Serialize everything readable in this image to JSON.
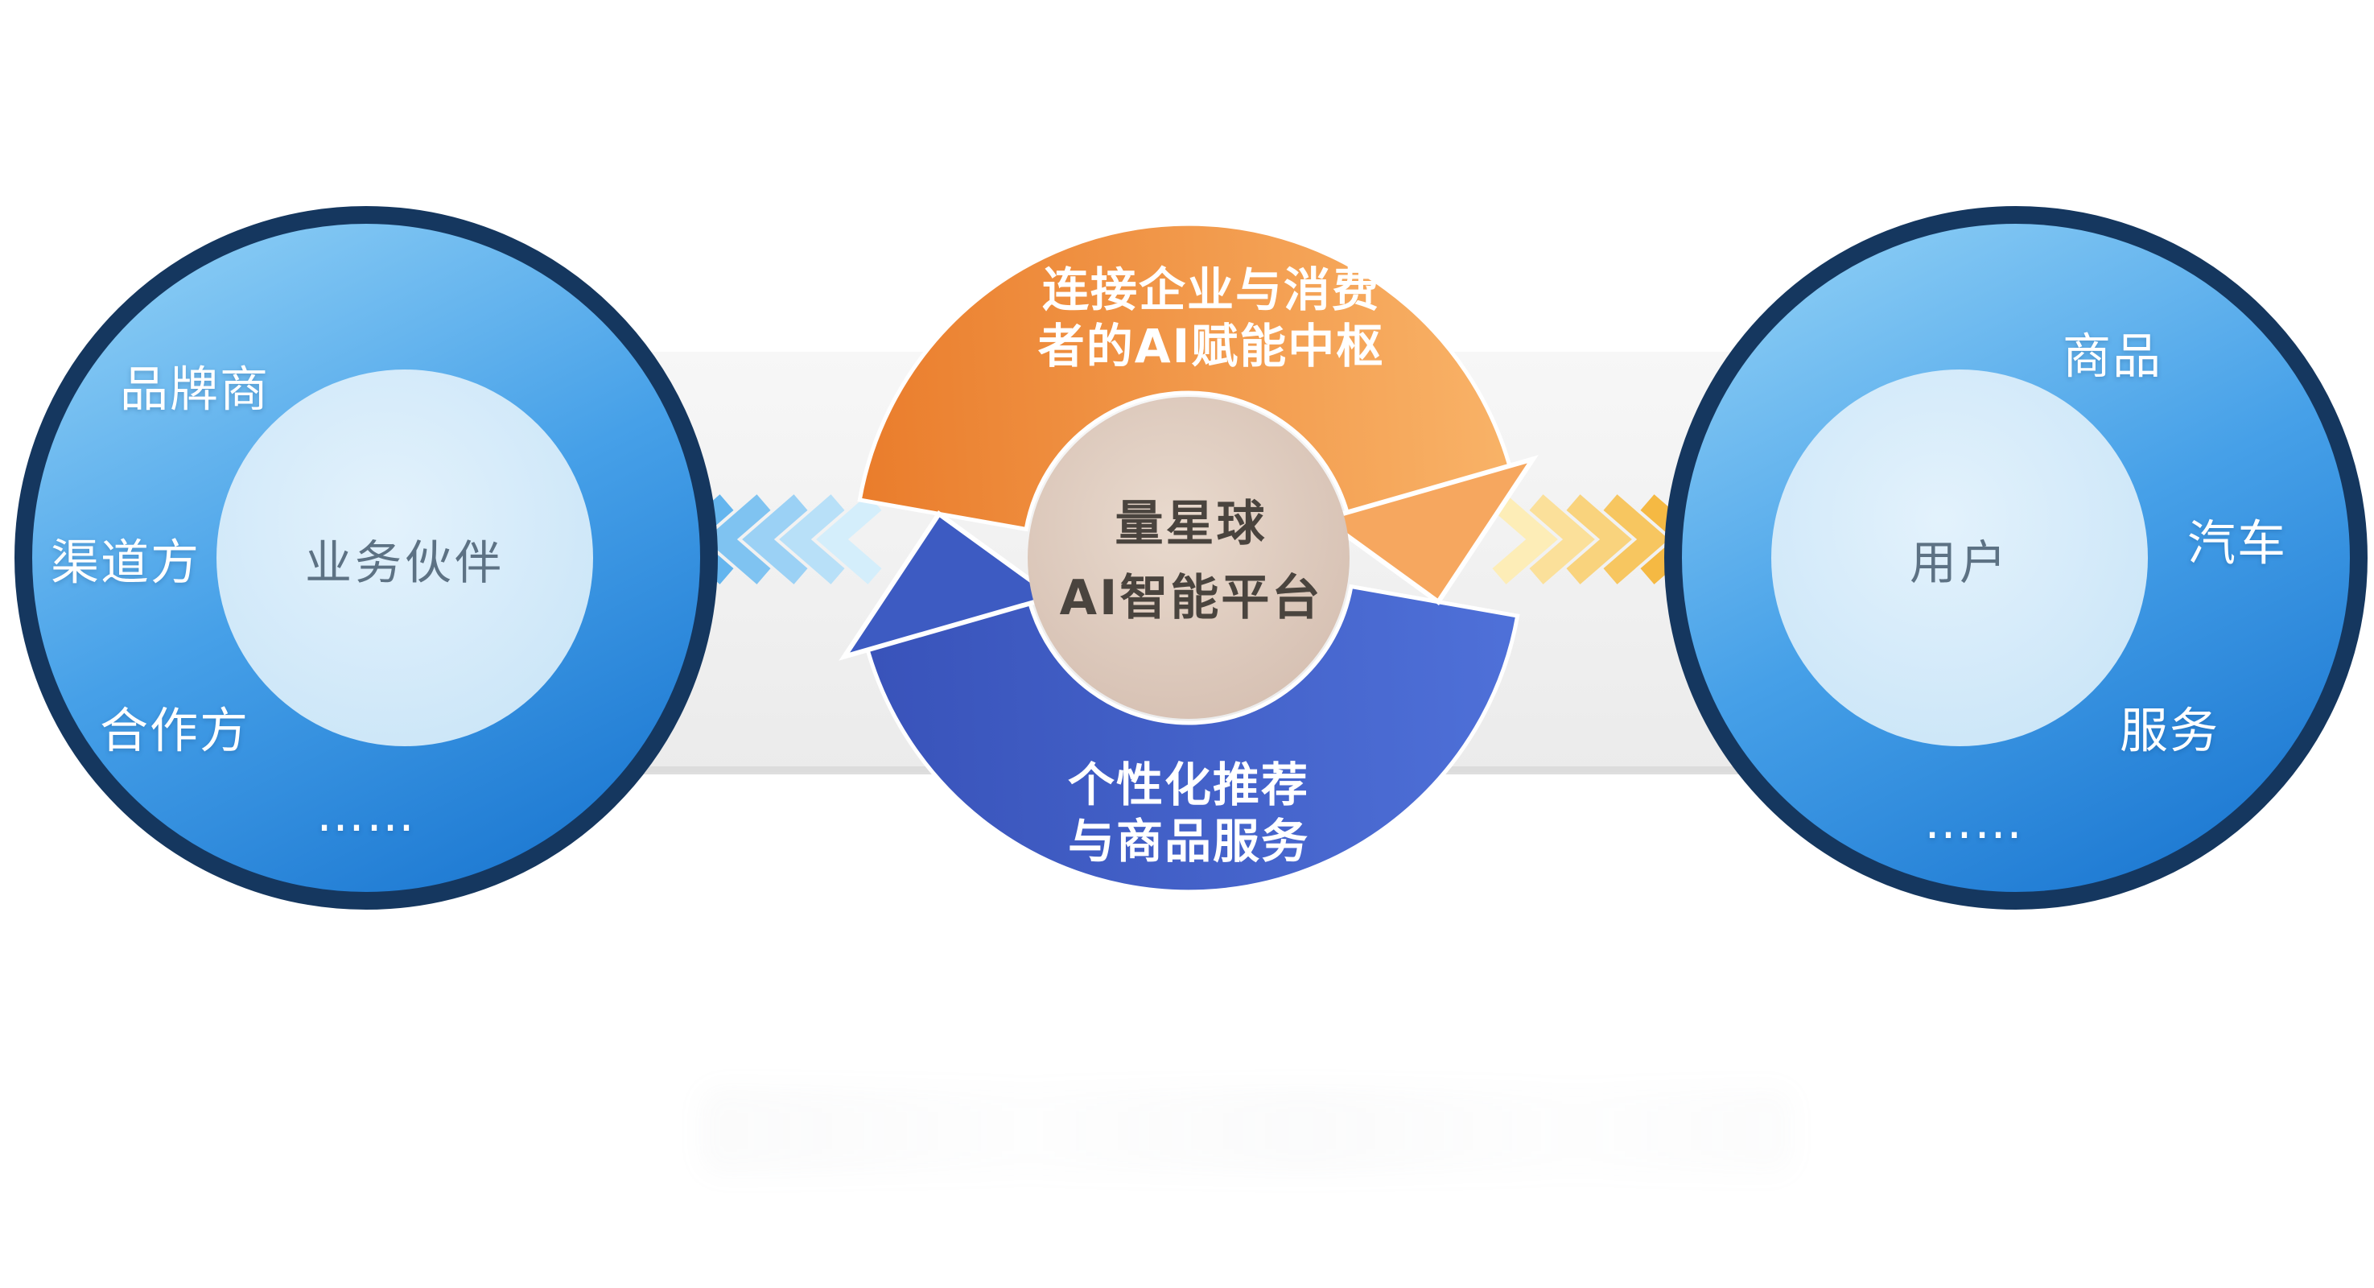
{
  "left_circle": {
    "inner_label": "业务伙伴",
    "items": [
      "品牌商",
      "渠道方",
      "合作方",
      "……"
    ]
  },
  "right_circle": {
    "inner_label": "用户",
    "items": [
      "商品",
      "汽车",
      "服务",
      "……"
    ]
  },
  "hub": {
    "name_line1": "量星球",
    "name_line2": "AI智能平台",
    "top_caption_line1": "连接企业与消费",
    "top_caption_line2": "者的AI赋能中枢",
    "bottom_caption_line1": "个性化推荐",
    "bottom_caption_line2": "与商品服务"
  },
  "colors": {
    "circle_border": "#15375f",
    "circle_fill_top": "#8bcdf5",
    "circle_fill_bottom": "#1b77d1",
    "inner_circle_fill": "#cfe7f9",
    "orange_arc_start": "#ea7d2c",
    "orange_arc_end": "#f9b469",
    "blue_arc_start": "#4f71d9",
    "blue_arc_end": "#3852b9",
    "hub_fill": "#d9c3b4",
    "band_fill": "#f1f1f1",
    "left_chevrons": [
      "#64b5ee",
      "#7fc3f1",
      "#9bd1f5",
      "#b8e0f8",
      "#d4eefb"
    ],
    "right_chevrons": [
      "#fdedb7",
      "#fbe09a",
      "#f9d37d",
      "#f7c660",
      "#f5b943"
    ]
  }
}
